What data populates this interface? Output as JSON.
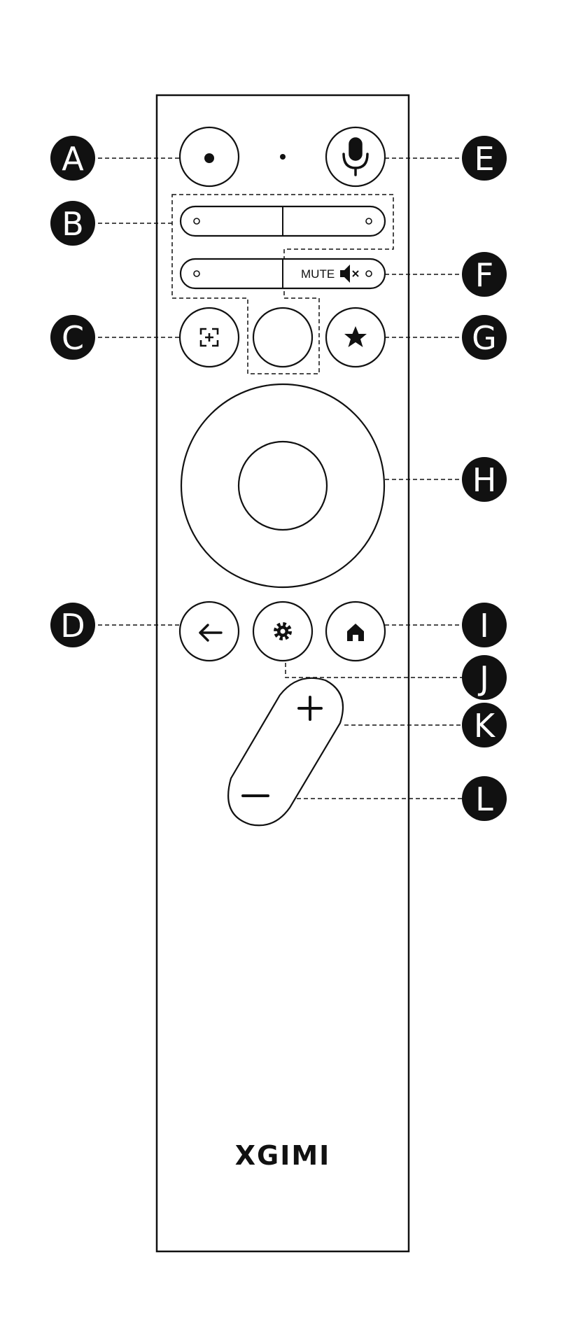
{
  "brand": {
    "logo_text": "XGIMI"
  },
  "mute_label": "MUTE",
  "callouts": [
    {
      "letter": "A",
      "target": "power-button"
    },
    {
      "letter": "B",
      "target": "shortcut-buttons"
    },
    {
      "letter": "C",
      "target": "screen-adjust-button"
    },
    {
      "letter": "D",
      "target": "back-button"
    },
    {
      "letter": "E",
      "target": "voice-button"
    },
    {
      "letter": "F",
      "target": "mute-button"
    },
    {
      "letter": "G",
      "target": "favorite-button"
    },
    {
      "letter": "H",
      "target": "navigation-ring"
    },
    {
      "letter": "I",
      "target": "home-button"
    },
    {
      "letter": "J",
      "target": "settings-button"
    },
    {
      "letter": "K",
      "target": "volume-up"
    },
    {
      "letter": "L",
      "target": "volume-down"
    }
  ],
  "icons": {
    "power": "dot-icon",
    "voice": "microphone-icon",
    "screen": "focus-plus-icon",
    "favorite": "star-icon",
    "back": "arrow-left-icon",
    "settings": "gear-icon",
    "home": "house-icon",
    "mute": "speaker-muted-icon"
  },
  "colors": {
    "ink": "#111111",
    "background": "#ffffff"
  }
}
